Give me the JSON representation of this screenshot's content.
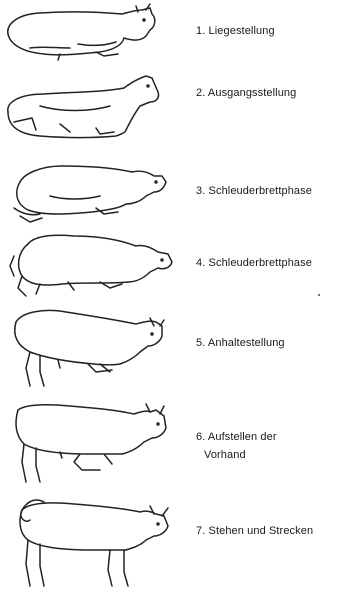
{
  "stages": [
    {
      "id": 1,
      "label": "1. Liegestellung",
      "posture": "lying"
    },
    {
      "id": 2,
      "label": "2. Ausgangsstellung",
      "posture": "sternal-start"
    },
    {
      "id": 3,
      "label": "3. Schleuderbrettphase",
      "posture": "lunge-forward"
    },
    {
      "id": 4,
      "label": "4. Schleuderbrettphase",
      "posture": "hindquarters-rising"
    },
    {
      "id": 5,
      "label": "5. Anhaltestellung",
      "posture": "hind-up-kneeling"
    },
    {
      "id": 6,
      "label_line1": "6. Aufstellen der",
      "label_line2": "Vorhand",
      "posture": "forehand-rising"
    },
    {
      "id": 7,
      "label": "7. Stehen und Strecken",
      "posture": "standing-stretching"
    }
  ],
  "line_color": "#222222"
}
